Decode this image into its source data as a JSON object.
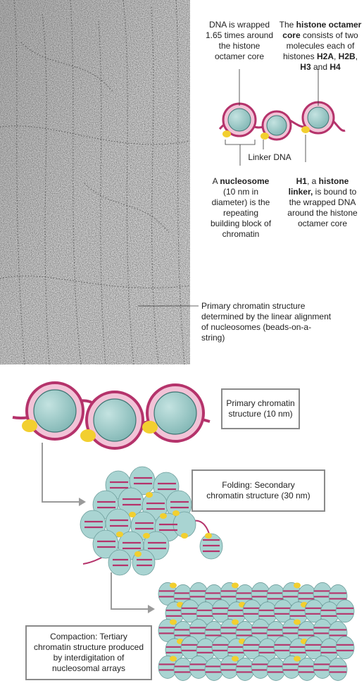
{
  "micrograph": {
    "label": "Primary chromatin structure determined by the linear alignment of nucleosomes (beads-on-a-string)"
  },
  "top_labels": {
    "dna_wrapped": "DNA is wrapped 1.65 times around the histone octamer core",
    "octamer": {
      "pre": "The ",
      "bold1": "histone octamer core",
      "mid1": " consists of two molecules each of histones ",
      "h2a": "H2A",
      "sep1": ", ",
      "h2b": "H2B",
      "sep2": ", ",
      "h3": "H3",
      "and": " and ",
      "h4": "H4"
    },
    "linker_dna": "Linker DNA",
    "nucleosome": {
      "pre": "A ",
      "bold": "nucleosome",
      "post": " (10 nm in diameter) is the repeating building block of chromatin"
    },
    "h1": {
      "bold1": "H1",
      "mid": ", a ",
      "bold2": "histone linker,",
      "post": " is bound to the wrapped DNA around the histone octamer core"
    }
  },
  "boxes": {
    "primary": "Primary chromatin structure (10 nm)",
    "secondary": "Folding: Secondary chromatin structure (30 nm)",
    "tertiary": "Compaction: Tertiary chromatin structure produced by interdigitation of nucleosomal arrays"
  },
  "colors": {
    "dna": "#b5336b",
    "dna_light": "#e596b8",
    "histone": "#8fc4c2",
    "histone_dark": "#3d7472",
    "h1": "#f2cf2f",
    "arrow": "#9a9a9a",
    "micrograph_bg": "#c9c9c9"
  }
}
